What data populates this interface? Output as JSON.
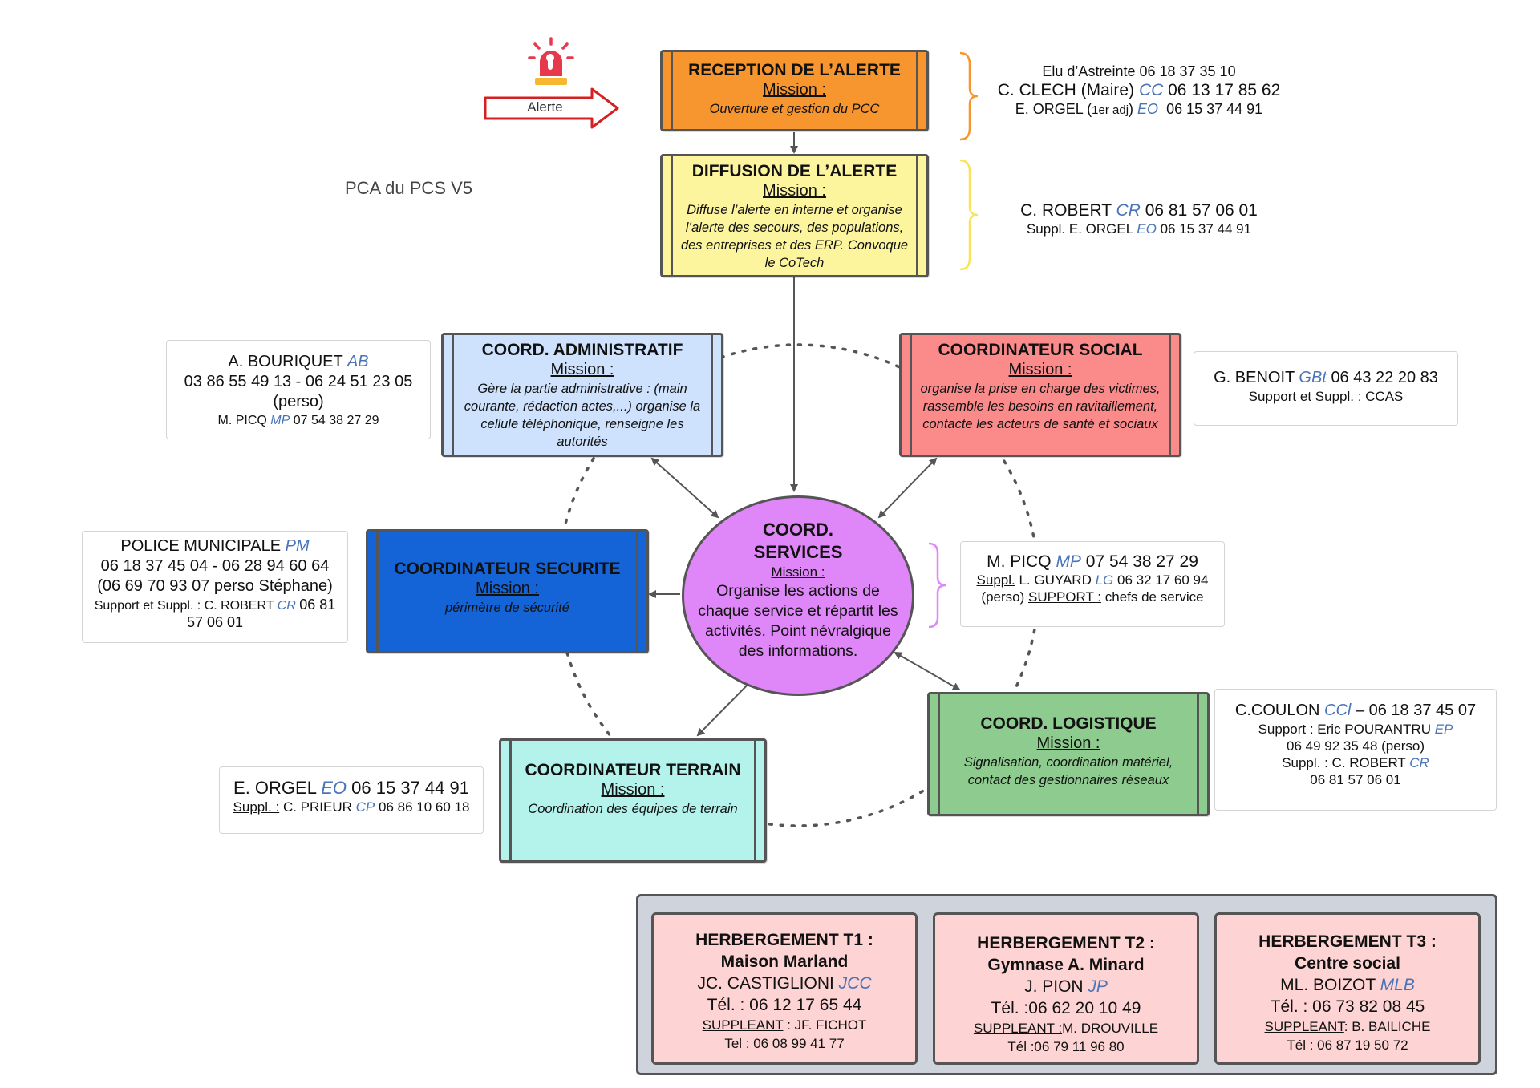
{
  "title": "PCA du PCS V5",
  "alert_icon": {
    "icon": "siren-icon",
    "label": "Alerte"
  },
  "colors": {
    "reception": "#f7962f",
    "diffusion": "#fdf59e",
    "admin": "#cfe2fd",
    "social": "#fb8b8b",
    "securite": "#1464d8",
    "services": "#df87f8",
    "logistique": "#8dcb8e",
    "terrain": "#b4f2ec",
    "hebergement": "#fdd3d3",
    "hebergement_frame": "#cfd4dc"
  },
  "boxes": {
    "reception": {
      "title": "RECEPTION DE L’ALERTE",
      "mission_label": "Mission :",
      "mission": "Ouverture et gestion du PCC"
    },
    "diffusion": {
      "title": "DIFFUSION DE L’ALERTE",
      "mission_label": "Mission :",
      "mission": "Diffuse l’alerte en interne et organise l’alerte des secours, des populations, des entreprises et des ERP. Convoque le CoTech"
    },
    "admin": {
      "title": "COORD. ADMINISTRATIF",
      "mission_label": "Mission :",
      "mission": "Gère la partie administrative : (main courante, rédaction actes,...) organise la cellule téléphonique, renseigne les autorités"
    },
    "social": {
      "title": "COORDINATEUR SOCIAL",
      "mission_label": "Mission :",
      "mission": "organise la prise en charge des victimes, rassemble les besoins en ravitaillement, contacte les acteurs de santé et sociaux"
    },
    "securite": {
      "title": "COORDINATEUR SECURITE",
      "mission_label": "Mission :",
      "mission": "périmètre de sécurité"
    },
    "services": {
      "title_line1": "COORD.",
      "title_line2": "SERVICES",
      "mission_label": "Mission :",
      "mission": "Organise les actions de chaque service et répartit les activités. Point névralgique des informations."
    },
    "logistique": {
      "title": "COORD. LOGISTIQUE",
      "mission_label": "Mission :",
      "mission": "Signalisation, coordination matériel, contact des gestionnaires réseaux"
    },
    "terrain": {
      "title": "COORDINATEUR TERRAIN",
      "mission_label": "Mission :",
      "mission": "Coordination des équipes de terrain"
    }
  },
  "contacts": {
    "reception": {
      "line1": "Elu d’Astreinte 06 18 37 35 10",
      "line2_name": "C. CLECH (Maire)",
      "line2_ini": "CC",
      "line2_tel": "06 13 17 85 62",
      "line3_name": "E. ORGEL (",
      "line3_sup": "1er adj",
      "line3_close": ")",
      "line3_ini": "EO",
      "line3_tel": "06 15 37 44 91"
    },
    "diffusion": {
      "name": "C. ROBERT",
      "ini": "CR",
      "tel": "06 81 57 06 01",
      "suppl_label": "Suppl. E. ORGEL",
      "suppl_ini": "EO",
      "suppl_tel": "06 15 37 44 91"
    },
    "admin": {
      "name": "A. BOURIQUET",
      "ini": "AB",
      "tel": "03 86 55 49 13 - 06 24 51 23 05 (perso)",
      "suppl_name": "M. PICQ",
      "suppl_ini": "MP",
      "suppl_tel": "07 54 38 27 29"
    },
    "social": {
      "name": "G. BENOIT",
      "ini": "GBt",
      "tel": "06 43 22 20 83",
      "support": "Support et Suppl. : CCAS"
    },
    "securite": {
      "name": "POLICE MUNICIPALE",
      "ini": "PM",
      "tel1": "06 18 37 45 04 - 06 28 94 60 64",
      "tel2": "(06 69 70 93 07 perso Stéphane)",
      "support_label": "Support et Suppl. : C. ROBERT",
      "support_ini": "CR",
      "support_tel": "06 81 57 06 01"
    },
    "services": {
      "name": "M. PICQ",
      "ini": "MP",
      "tel": "07 54 38 27 29",
      "suppl_label": "Suppl.",
      "suppl_name": "L. GUYARD",
      "suppl_ini": "LG",
      "suppl_tel": "06 32 17 60 94",
      "perso": "(perso)",
      "support_label": "SUPPORT :",
      "support_text": "chefs de service"
    },
    "logistique": {
      "name": "C.COULON",
      "ini": "CCl",
      "tel": "– 06 18 37 45 07",
      "support_label": "Support : Eric POURANTRU",
      "support_ini": "EP",
      "support_tel": "06 49 92 35 48 (perso)",
      "suppl_label": "Suppl. : C. ROBERT",
      "suppl_ini": "CR",
      "suppl_tel": "06 81 57 06 01"
    },
    "terrain": {
      "name": "E. ORGEL",
      "ini": "EO",
      "tel": "06 15 37 44 91",
      "suppl_label": "Suppl. :",
      "suppl_name": "C. PRIEUR",
      "suppl_ini": "CP",
      "suppl_tel": "06 86 10 60 18"
    }
  },
  "hebergements": [
    {
      "title": "HERBERGEMENT T1 :",
      "place": "Maison Marland",
      "person": "JC. CASTIGLIONI",
      "ini": "JCC",
      "tel": "Tél. : 06 12 17 65 44",
      "suppl_label": "SUPPLEANT",
      "suppl_name": " : JF. FICHOT",
      "suppl_tel": "Tel : 06 08 99 41 77"
    },
    {
      "title": "HERBERGEMENT T2 :",
      "place": "Gymnase A. Minard",
      "person": "J. PION",
      "ini": "JP",
      "tel": "Tél. :06 62 20 10 49",
      "suppl_label": "SUPPLEANT :",
      "suppl_name": "M. DROUVILLE",
      "suppl_tel": "Tél :06 79 11 96 80"
    },
    {
      "title": "HERBERGEMENT T3 :",
      "place": "Centre social",
      "person": "ML. BOIZOT",
      "ini": "MLB",
      "tel": "Tél. : 06 73 82 08 45",
      "suppl_label": "SUPPLEANT",
      "suppl_name": ": B. BAILICHE",
      "suppl_tel": "Tél : 06 87 19 50 72"
    }
  ]
}
